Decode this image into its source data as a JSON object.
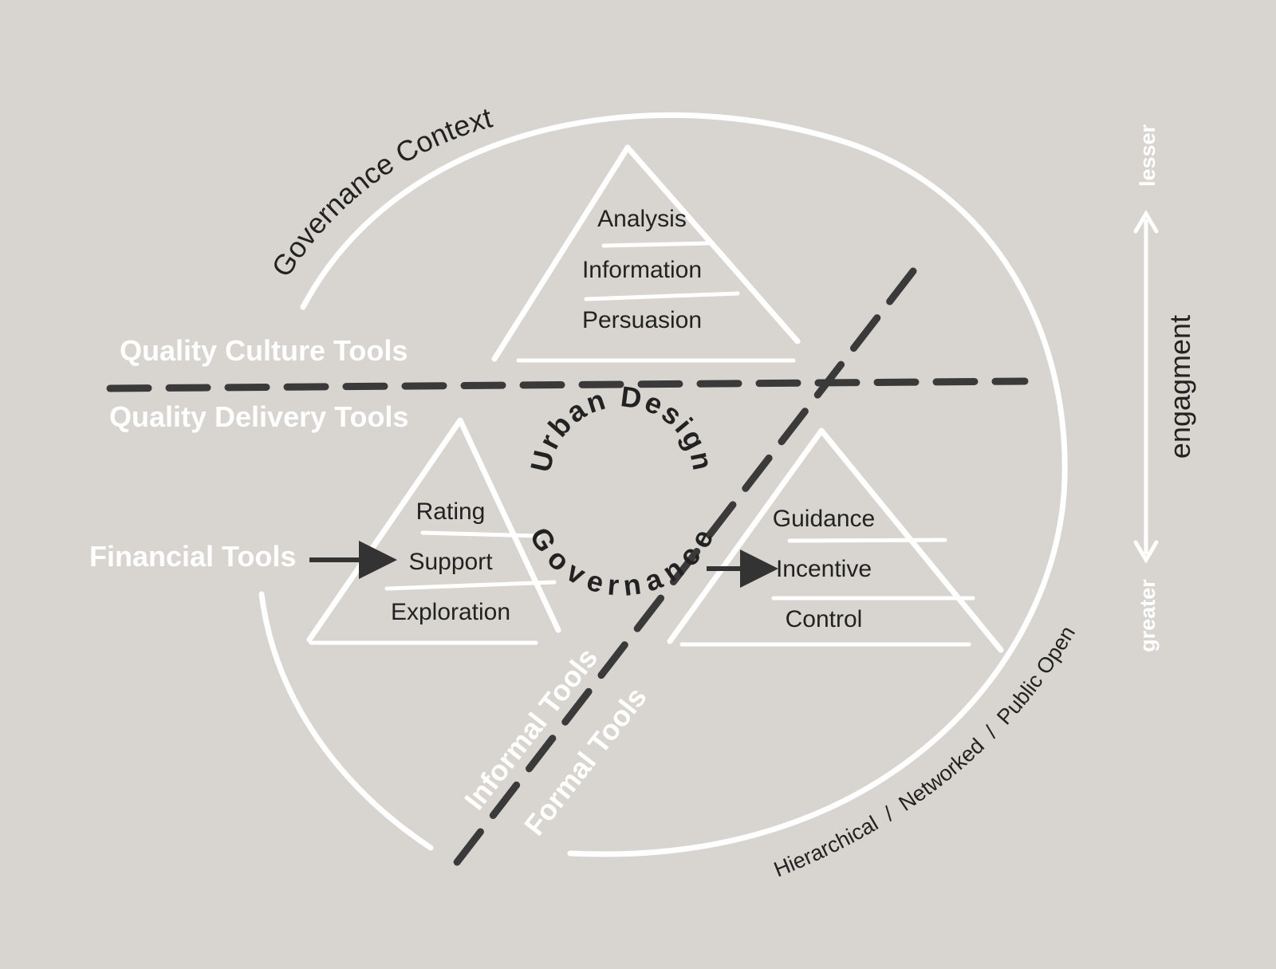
{
  "context_label": "Governance Context",
  "center": {
    "line1": "Urban Design",
    "line2": "Governance"
  },
  "zones": {
    "quality_culture": "Quality Culture Tools",
    "quality_delivery": "Quality Delivery Tools",
    "financial": "Financial Tools",
    "informal": "Informal Tools",
    "formal": "Formal Tools"
  },
  "pyramids": {
    "top": [
      "Analysis",
      "Information",
      "Persuasion"
    ],
    "left": [
      "Rating",
      "Support",
      "Exploration"
    ],
    "right": [
      "Guidance",
      "Incentive",
      "Control"
    ]
  },
  "engagement": {
    "axis": "engagment",
    "low": "lesser",
    "high": "greater"
  },
  "modes": {
    "label": "Hierarchical  /  Networked  /  Public Open"
  },
  "colors": {
    "background": "#d8d5d0",
    "lines": "#ffffff",
    "ink": "#222222",
    "dashes": "#3a3a3a"
  }
}
